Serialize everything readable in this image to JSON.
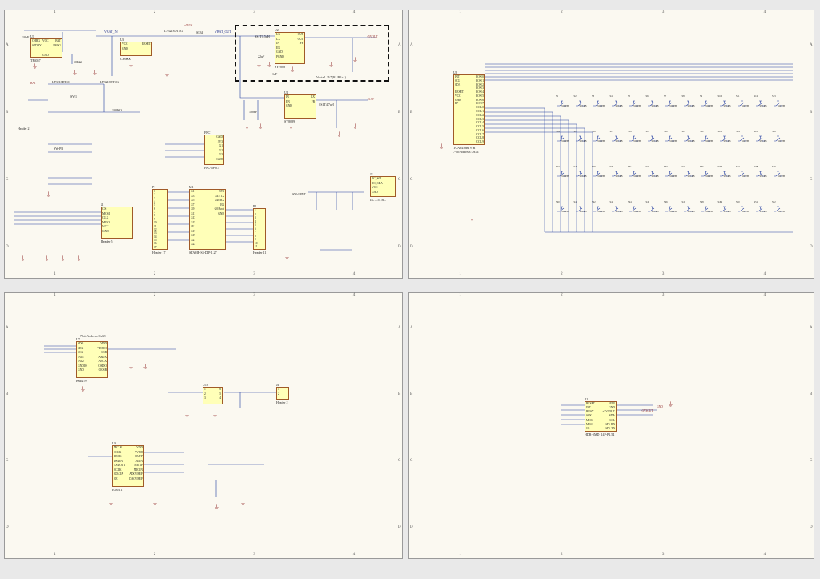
{
  "sheets": [
    {
      "id": "power",
      "zones_x": [
        "1",
        "2",
        "3",
        "4"
      ],
      "zones_y": [
        "A",
        "B",
        "C",
        "D"
      ]
    },
    {
      "id": "keyboard",
      "zones_x": [
        "1",
        "2",
        "3",
        "4"
      ],
      "zones_y": [
        "A",
        "B",
        "C",
        "D"
      ]
    },
    {
      "id": "sensors",
      "zones_x": [
        "1",
        "2",
        "3",
        "4"
      ],
      "zones_y": [
        "A",
        "B",
        "C",
        "D"
      ]
    },
    {
      "id": "expansion",
      "zones_x": [
        "1",
        "2",
        "3",
        "4"
      ],
      "zones_y": [
        "A",
        "B",
        "C",
        "D"
      ]
    }
  ],
  "components": [
    {
      "key": "u1",
      "ref": "U1",
      "part": "TP4057",
      "left": [
        "CHRG",
        "STDBY"
      ],
      "right": [
        "BAT",
        "PROG"
      ],
      "top": "VCC",
      "bottom": "GND"
    },
    {
      "key": "u3",
      "ref": "U3",
      "part": "CN6000",
      "left": [
        "VCC",
        "GND"
      ],
      "right": [
        "RESET"
      ]
    },
    {
      "key": "u2",
      "ref": "U2",
      "part": "SY7088",
      "left": [
        "LX",
        "LX",
        "IN",
        "EN",
        "GND",
        "PGND"
      ],
      "right": [
        "OUT",
        "OUT",
        "FB"
      ]
    },
    {
      "key": "u4",
      "ref": "U4",
      "part": "SY8089",
      "left": [
        "IN",
        "EN",
        "GND"
      ],
      "right": [
        "LX",
        "FB"
      ]
    },
    {
      "key": "fpc1",
      "ref": "FPC1",
      "part": "FPC-6P-0.5",
      "left": [],
      "right": [
        "GND",
        "3V3",
        "G1",
        "G2",
        "G3",
        "GND"
      ]
    },
    {
      "key": "p1",
      "ref": "P1",
      "part": "Header 17",
      "left": [
        "1",
        "2",
        "3",
        "4",
        "5",
        "6",
        "7",
        "8",
        "9",
        "10",
        "11",
        "12",
        "13",
        "14",
        "15",
        "16",
        "17"
      ],
      "right": []
    },
    {
      "key": "m1",
      "ref": "M1",
      "part": "STAMP-S3-DIP-1.27",
      "left": [
        "G1",
        "G3",
        "G5",
        "G7",
        "G9",
        "G11",
        "G13",
        "G15",
        "5V",
        "G17",
        "G19",
        "G21",
        "G23"
      ],
      "right": [
        "3V3",
        "G41/TX",
        "G40/RX",
        "EN",
        "G0/Boot",
        "GND"
      ]
    },
    {
      "key": "p2",
      "ref": "P2",
      "part": "Header 11",
      "left": [
        "1",
        "2",
        "3",
        "4",
        "5",
        "6",
        "7",
        "8",
        "9",
        "10",
        "11"
      ],
      "right": []
    },
    {
      "key": "j1",
      "ref": "J1",
      "part": "Header 5",
      "left": [
        "CS",
        "MOSI",
        "CLK",
        "MISO",
        "VCC",
        "GND"
      ],
      "right": []
    },
    {
      "key": "j2",
      "ref": "J2",
      "part": "IIC 2.54 BC",
      "left": [
        "IIC_SCL",
        "IIC_SDA",
        "VCC",
        "GND"
      ],
      "right": []
    },
    {
      "key": "u8",
      "ref": "U8",
      "part": "TCA8418RTWR",
      "left": [
        "INT",
        "SCL",
        "SDA",
        "",
        "RESET",
        "VCC",
        "GND",
        "EP"
      ],
      "right": [
        "ROW0",
        "ROW1",
        "ROW2",
        "ROW3",
        "ROW4",
        "ROW5",
        "ROW6",
        "ROW7",
        "COL0",
        "COL1",
        "COL2",
        "COL3",
        "COL4",
        "COL5",
        "COL6",
        "COL7",
        "COL8",
        "COL9"
      ]
    },
    {
      "key": "u7",
      "ref": "U7",
      "part": "BMI270",
      "left": [
        "SDO",
        "SDX",
        "SCX",
        "INT1",
        "INT2",
        "GNDIO",
        "GND"
      ],
      "right": [
        "VDD",
        "VDDIO",
        "CSB",
        "ASDX",
        "ASCX",
        "OSDO",
        "OCSB"
      ]
    },
    {
      "key": "u9",
      "ref": "U9",
      "part": "ES8311",
      "left": [
        "MCLK",
        "SCLK",
        "LRCK",
        "DSDIN",
        "ASDOUT",
        "CCLK",
        "CDATA",
        "CE"
      ],
      "right": [
        "VDD",
        "PVDD",
        "OUTP",
        "OUTN",
        "MIC1P",
        "MIC1N",
        "ADCVREF",
        "DACVREF"
      ]
    },
    {
      "key": "u10",
      "ref": "U10",
      "part": "",
      "left": [
        "1",
        "2",
        "3"
      ],
      "right": [
        "6",
        "5",
        "4"
      ]
    },
    {
      "key": "j4",
      "ref": "J4",
      "part": "Header 2",
      "left": [
        "1",
        "2"
      ],
      "right": []
    },
    {
      "key": "p3",
      "ref": "P1",
      "part": "HDR-SMD_14P-P2.54",
      "left": [
        "RESET",
        "INT",
        "BUSY",
        "SCK",
        "MOSI",
        "MISO",
        "CS"
      ],
      "right": [
        "5VIN",
        "GND",
        "+3V3OUT",
        "SDA",
        "SCL",
        "GPS-RX",
        "GPS-TX"
      ]
    }
  ],
  "labels": {
    "vbat_in": "VBAT_IN",
    "vbat_out": "VBAT_OUT",
    "v5": "+5VIN",
    "v5out": "+5VOUT",
    "v33": "+3.3V",
    "gnd": "GND",
    "bat": "BAT",
    "vout_formula": "Vout=1.2V*(R1/R2+1)",
    "addr_tca": "7-bit Address: 0x34",
    "addr_bmi": "7-bit Address: 0x68",
    "v3v3out": "+3V3OUT",
    "q1": "LP3218DT1G",
    "q2": "LP3218DT1G",
    "q3": "LP3218DT1G",
    "sw1": "SW1",
    "sw_spdt": "SW-SPDT",
    "sw_pb": "SW-PB",
    "d_ss34": "SS34",
    "l1": "SS1T1.5uH",
    "l2": "SS1T4.7uH",
    "header1": "Header 2",
    "c_10uf": "10uF",
    "c_22uf": "22uF",
    "c_100nf": "100nF",
    "r_10k": "10KΩ",
    "r_100k": "100KΩ",
    "cap": "1uF"
  },
  "key_matrix": {
    "rows": 4,
    "cols": 13,
    "switch_label": "SW-PB"
  }
}
